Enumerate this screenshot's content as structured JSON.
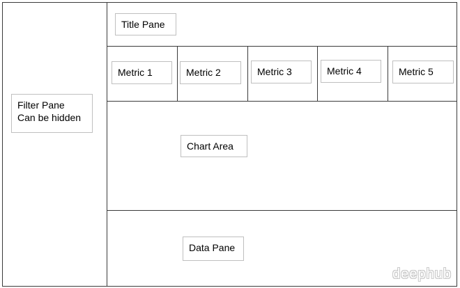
{
  "title_pane": {
    "label": "Title Pane"
  },
  "filter_pane": {
    "line1": "Filter Pane",
    "line2": "Can be hidden"
  },
  "metrics": [
    {
      "label": "Metric 1"
    },
    {
      "label": "Metric 2"
    },
    {
      "label": "Metric 3"
    },
    {
      "label": "Metric 4"
    },
    {
      "label": "Metric 5"
    }
  ],
  "chart_area": {
    "label": "Chart Area"
  },
  "data_pane": {
    "label": "Data Pane"
  },
  "watermark": {
    "text": "deephub"
  },
  "colors": {
    "border": "#3a3a3a",
    "label_border": "#bfbfbf",
    "watermark_outline": "#c8c8c8"
  }
}
